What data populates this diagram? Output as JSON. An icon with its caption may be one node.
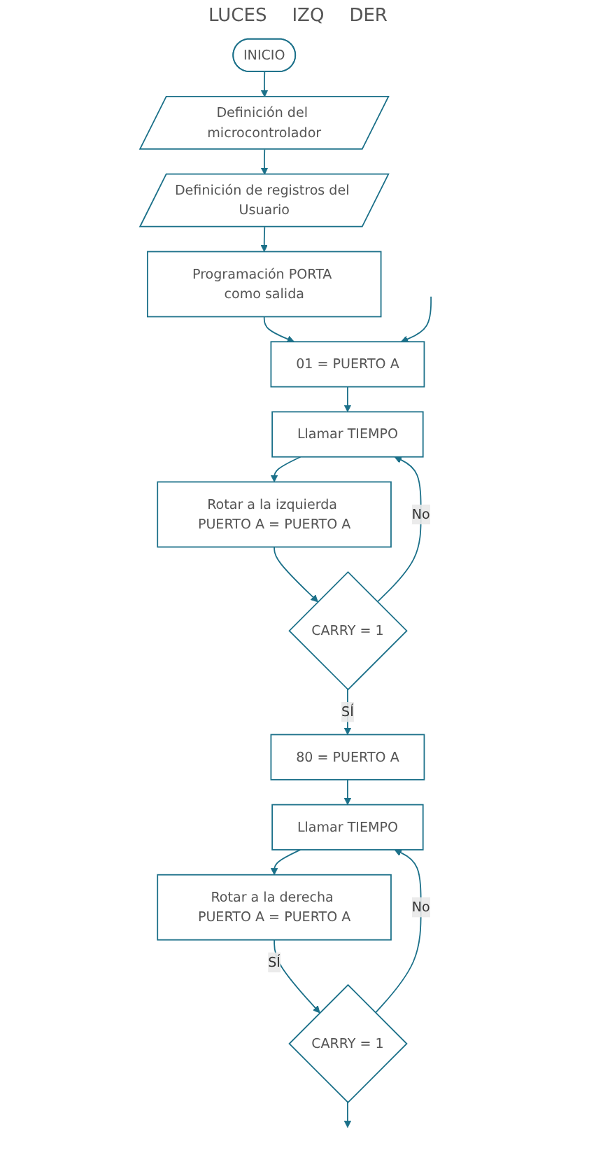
{
  "diagram": {
    "nodes": [
      {
        "text": [
          "INICIO"
        ]
      },
      {
        "text": [
          "Definición del microcontrolador"
        ]
      },
      {
        "text": [
          "Definición de registros del Usuario"
        ]
      },
      {
        "text": [
          "Programación PORTA como salida"
        ]
      },
      {
        "text": [
          "01 = PUERTO A"
        ]
      },
      {
        "text": [
          "Llamar TIEMPO"
        ]
      },
      {
        "text": [
          "Rotar a la izquierda PUERTO A = PUERTO A"
        ]
      },
      {
        "text": [
          "CARRY = 1"
        ]
      },
      {
        "text": [
          "80 = PUERTO A"
        ]
      },
      {
        "text": [
          "Llamar TIEMPO"
        ]
      },
      {
        "text": [
          "Rotar a la derecha PUERTO A = PUERTO A"
        ]
      },
      {
        "text": [
          "CARRY = 1"
        ]
      }
    ],
    "edges": [
      {
        "from": 0,
        "to": 1,
        "arrow": "to"
      },
      {
        "from": 1,
        "to": 2,
        "arrow": "to"
      },
      {
        "from": 2,
        "to": 3,
        "arrow": "to"
      },
      {
        "from": 3,
        "to": 4,
        "arrow": "to"
      },
      {
        "from": 4,
        "to": 5,
        "arrow": "to"
      },
      {
        "from": 5,
        "to": 6,
        "arrow": "to"
      },
      {
        "from": 6,
        "to": 7,
        "arrow": "to"
      },
      {
        "from": 7,
        "to": 5,
        "arrow": "to",
        "label": "No"
      },
      {
        "from": 7,
        "to": 8,
        "arrow": "to",
        "label": "SÍ"
      },
      {
        "from": 8,
        "to": 9,
        "arrow": "to"
      },
      {
        "from": 9,
        "to": 10,
        "arrow": "to"
      },
      {
        "from": 10,
        "to": 11,
        "arrow": "to",
        "label": "SÍ"
      },
      {
        "from": 11,
        "to": 9,
        "arrow": "to",
        "label": "No"
      },
      {
        "from": 11,
        "to": null,
        "arrow": "to"
      },
      {
        "from": null,
        "to": 4,
        "arrow": "to"
      }
    ],
    "labels": [
      "LUCES",
      "IZQ",
      "DER"
    ]
  }
}
